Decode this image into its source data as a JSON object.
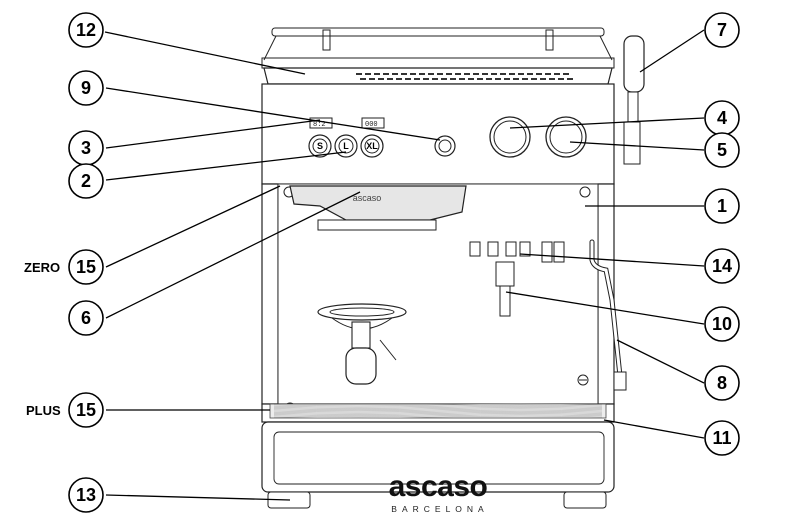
{
  "callouts": {
    "c1": "1",
    "c2": "2",
    "c3": "3",
    "c4": "4",
    "c5": "5",
    "c6": "6",
    "c7": "7",
    "c8": "8",
    "c9": "9",
    "c10": "10",
    "c11": "11",
    "c12": "12",
    "c13": "13",
    "c14": "14",
    "c15_zero": "15",
    "c15_plus": "15"
  },
  "side_labels": {
    "zero": "ZERO",
    "plus": "PLUS"
  },
  "buttons": {
    "s": "S",
    "l": "L",
    "xl": "XL"
  },
  "group_brand": "ascaso",
  "logo": {
    "main": "ascaso",
    "sub": "BARCELONA"
  }
}
